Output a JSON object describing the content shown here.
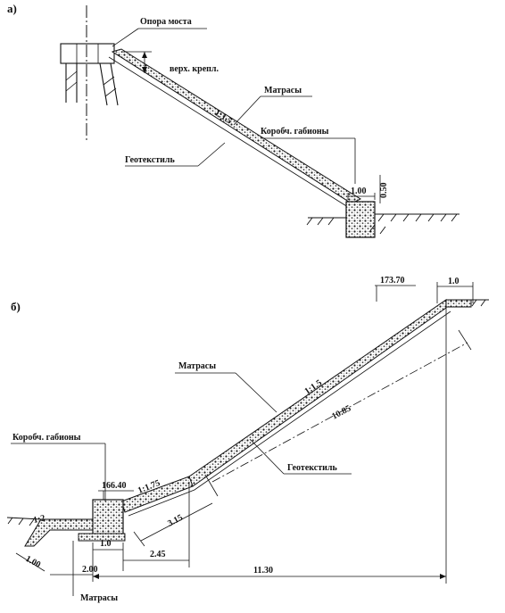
{
  "figure_a": {
    "panel_label": "а)",
    "labels": {
      "bridge_support": "Опора моста",
      "upper_anchor": "верх. крепл.",
      "mattresses": "Матрасы",
      "slope_ratio": "1:1.5",
      "box_gabions": "Коробч. габионы",
      "geotextile": "Геотекстиль",
      "gabion_width": "1.00",
      "gabion_height": "0.50"
    }
  },
  "figure_b": {
    "panel_label": "б)",
    "labels": {
      "top_elevation": "173.70",
      "top_berm_width": "1.0",
      "mattresses": "Матрасы",
      "upper_slope_ratio": "1:1.5",
      "upper_slope_length": "10.85",
      "box_gabions": "Коробч. габионы",
      "toe_elevation": "166.40",
      "lower_slope_ratio": "1:1.75",
      "geotextile": "Геотекстиль",
      "lower_slope_length": "3.15",
      "apron_slope_ratio": "1:2",
      "apron_length": "1.00",
      "gabion_width": "1.0",
      "apron_width": "2.00",
      "lower_horizontal": "2.45",
      "total_horizontal": "11.30",
      "apron_mattresses": "Матрасы"
    }
  }
}
